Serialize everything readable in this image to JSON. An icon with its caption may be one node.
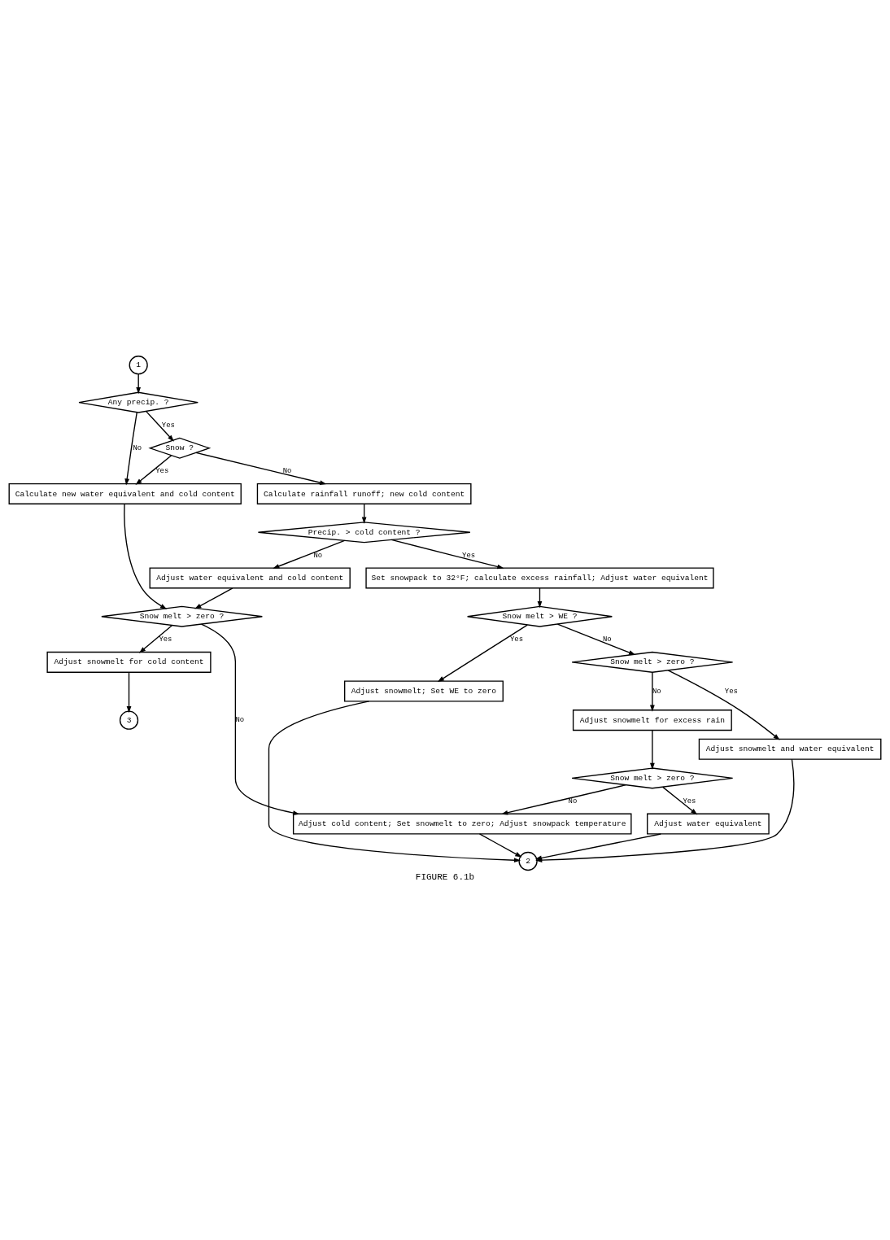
{
  "diagram": {
    "caption": "FIGURE 6.1b",
    "nodes": [
      {
        "text": [
          "1"
        ]
      },
      {
        "text": [
          "Any precip. ?"
        ]
      },
      {
        "text": [
          "Snow ?"
        ]
      },
      {
        "text": [
          "Calculate new water equivalent and cold content"
        ]
      },
      {
        "text": [
          "Calculate rainfall runoff; new cold content"
        ]
      },
      {
        "text": [
          "Precip. > cold content ?"
        ]
      },
      {
        "text": [
          "Adjust water equivalent and cold content"
        ]
      },
      {
        "text": [
          "Set snowpack to 32°F; calculate excess rainfall; Adjust water equivalent"
        ]
      },
      {
        "text": [
          "Snow melt > zero ?"
        ]
      },
      {
        "text": [
          "Snow melt > WE ?"
        ]
      },
      {
        "text": [
          "Snow melt > zero ?"
        ]
      },
      {
        "text": [
          "Adjust snowmelt for cold content"
        ]
      },
      {
        "text": [
          "3"
        ]
      },
      {
        "text": [
          "Adjust snowmelt; Set WE to zero"
        ]
      },
      {
        "text": [
          "Adjust snowmelt for excess rain"
        ]
      },
      {
        "text": [
          "Adjust snowmelt and water equivalent"
        ]
      },
      {
        "text": [
          "Snow melt > zero ?"
        ]
      },
      {
        "text": [
          "Adjust cold content; Set snowmelt to zero; Adjust snowpack temperature"
        ]
      },
      {
        "text": [
          "Adjust water equivalent"
        ]
      },
      {
        "text": [
          "2"
        ]
      }
    ],
    "edges": [
      {
        "from": 0,
        "to": 1,
        "arrow": "to"
      },
      {
        "from": 1,
        "to": 2,
        "arrow": "to",
        "label": "Yes"
      },
      {
        "from": 1,
        "to": 3,
        "arrow": "to",
        "label": "No"
      },
      {
        "from": 2,
        "to": 4,
        "arrow": "to",
        "label": "No"
      },
      {
        "from": 2,
        "to": 3,
        "arrow": "to",
        "label": "Yes"
      },
      {
        "from": 4,
        "to": 5,
        "arrow": "to"
      },
      {
        "from": 5,
        "to": 6,
        "arrow": "to",
        "label": "No"
      },
      {
        "from": 5,
        "to": 7,
        "arrow": "to",
        "label": "Yes"
      },
      {
        "from": 3,
        "to": 8,
        "arrow": "to"
      },
      {
        "from": 6,
        "to": 8,
        "arrow": "to"
      },
      {
        "from": 8,
        "to": 11,
        "arrow": "to",
        "label": "Yes"
      },
      {
        "from": 8,
        "to": 17,
        "arrow": "to",
        "label": "No"
      },
      {
        "from": 11,
        "to": 12,
        "arrow": "to"
      },
      {
        "from": 7,
        "to": 9,
        "arrow": "to"
      },
      {
        "from": 9,
        "to": 10,
        "arrow": "to",
        "label": "No"
      },
      {
        "from": 9,
        "to": 13,
        "arrow": "to",
        "label": "Yes"
      },
      {
        "from": 10,
        "to": 14,
        "arrow": "to",
        "label": "No"
      },
      {
        "from": 10,
        "to": 15,
        "arrow": "to",
        "label": "Yes"
      },
      {
        "from": 14,
        "to": 16,
        "arrow": "to"
      },
      {
        "from": 16,
        "to": 18,
        "arrow": "to",
        "label": "Yes"
      },
      {
        "from": 16,
        "to": 17,
        "arrow": "to",
        "label": "No"
      },
      {
        "from": 13,
        "to": 19,
        "arrow": "to"
      },
      {
        "from": 15,
        "to": 19,
        "arrow": "to"
      },
      {
        "from": 18,
        "to": 19,
        "arrow": "to"
      },
      {
        "from": 17,
        "to": 19,
        "arrow": "to"
      }
    ]
  }
}
